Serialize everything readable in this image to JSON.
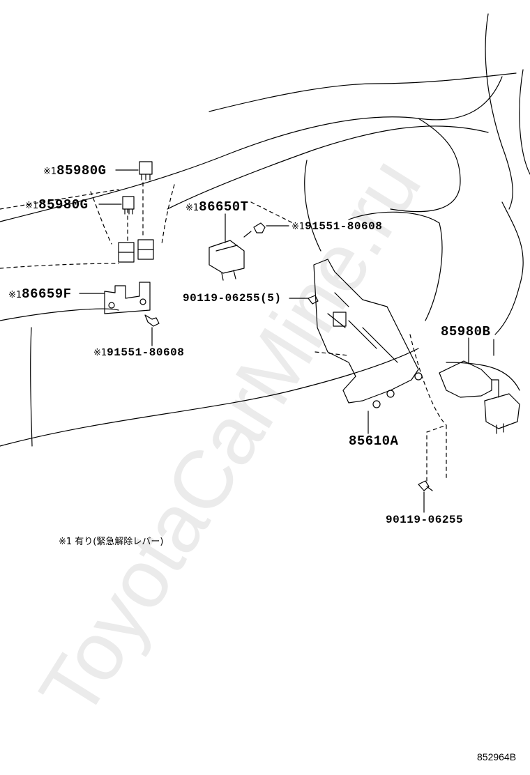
{
  "watermark": "ToyotaCarMine.ru",
  "mark_symbol": "※1",
  "labels": {
    "p1": "85980G",
    "p2": "85980G",
    "p3": "86659F",
    "p4": "91551-80608",
    "p5": "86650T",
    "p6": "91551-80608",
    "p7": "90119-06255(5)",
    "p8": "85980B",
    "p9": "85610A",
    "p10": "90119-06255"
  },
  "note": "※1 有り(緊急解除レバー)",
  "diagram_code": "852964B"
}
